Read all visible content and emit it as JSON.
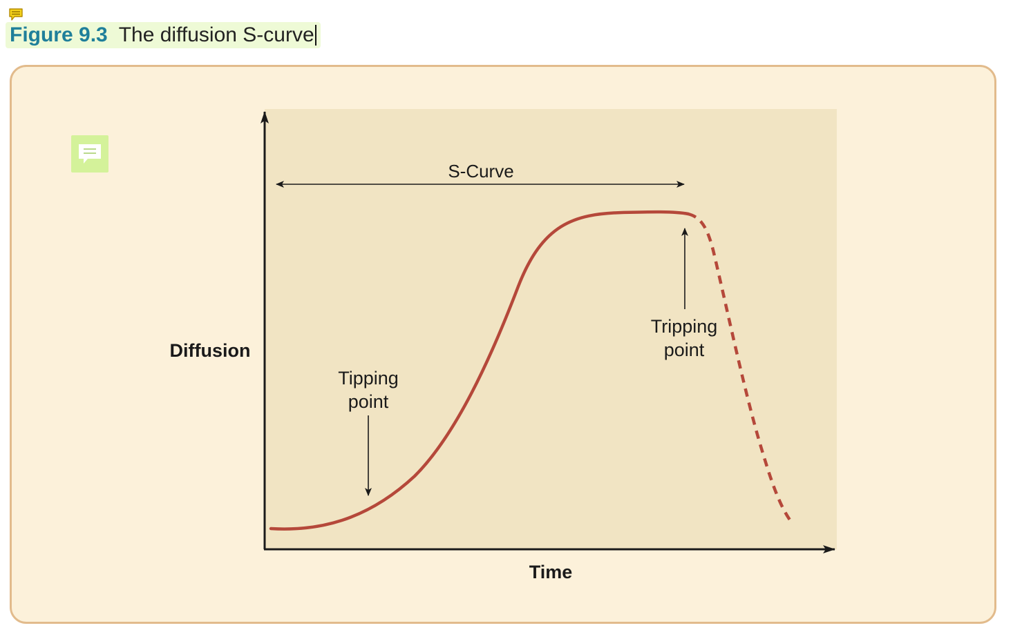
{
  "caption": {
    "figure_number": "Figure 9.3",
    "title": "The diffusion S-curve"
  },
  "diagram": {
    "y_axis_label": "Diffusion",
    "x_axis_label": "Time",
    "span_label": "S-Curve",
    "tipping_point": {
      "line1": "Tipping",
      "line2": "point"
    },
    "tripping_point": {
      "line1": "Tripping",
      "line2": "point"
    }
  },
  "icons": {
    "note_icon": "note-icon",
    "comment_icon": "comment-icon"
  },
  "colors": {
    "curve": "#b5483a",
    "axis": "#1a1a1a",
    "plot_background": "#f1e4c3",
    "panel_background": "#fcf1da",
    "panel_border": "#e2bb8c",
    "caption_number": "#1f7f9a",
    "caption_highlight": "#eefad6",
    "comment_icon_bg": "#d4f29a"
  }
}
